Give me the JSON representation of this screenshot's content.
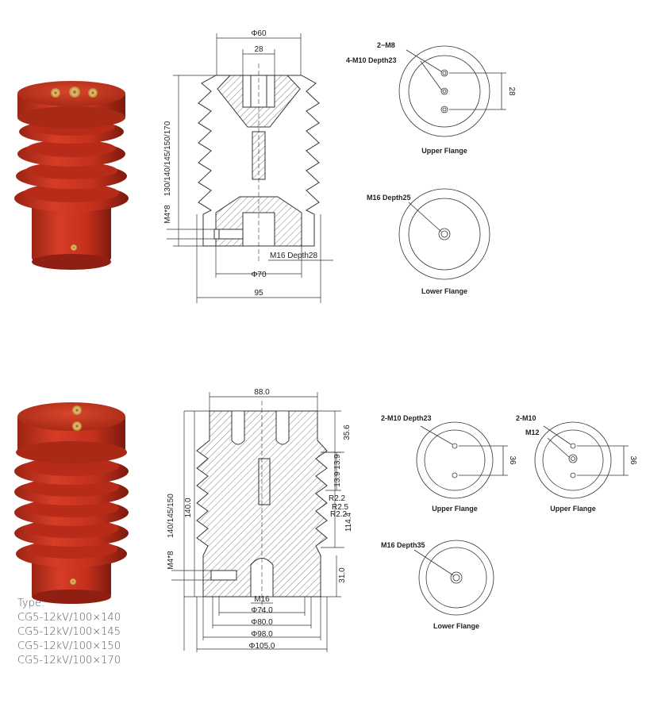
{
  "top": {
    "dims": {
      "phi60": "Φ60",
      "d28": "28",
      "heights": "130/140/145/150/170",
      "m4": "M4*8",
      "m16": "M16 Depth28",
      "phi70": "Φ70",
      "d95": "95"
    },
    "upper_flange": {
      "title": "Upper Flange",
      "label_a": "2−M8",
      "label_b": "4-M10 Depth23",
      "dim": "28"
    },
    "lower_flange": {
      "title": "Lower Flange",
      "label": "M16 Depth25"
    }
  },
  "bottom": {
    "dims": {
      "d88": "88.0",
      "d356": "35.6",
      "d139a": "13.9",
      "d139b": "13.9",
      "r22a": "R2.2",
      "r25": "R2.5",
      "r22b": "R2.2",
      "d1144": "114.4",
      "heights": "140/145/150",
      "d140": "140.0",
      "m4": "M4*8",
      "d310": "31.0",
      "m16": "M16",
      "phi74": "Φ74.0",
      "phi80": "Φ80.0",
      "phi98": "Φ98.0",
      "phi105": "Φ105.0"
    },
    "upper_flange_a": {
      "title": "Upper Flange",
      "label": "2-M10 Depth23",
      "dim": "36"
    },
    "upper_flange_b": {
      "title": "Upper Flange",
      "label_a": "2-M10",
      "label_b": "M12",
      "dim": "36"
    },
    "lower_flange": {
      "title": "Lower Flange",
      "label": "M16 Depth35"
    }
  },
  "types": {
    "heading": "Type:",
    "items": [
      "CG5-12kV/100×140",
      "CG5-12kV/100×145",
      "CG5-12kV/100×150",
      "CG5-12kV/100×170"
    ]
  },
  "colors": {
    "insulator": "#c8321f",
    "insulator_dark": "#8e1f12",
    "insert": "#e0b25a"
  }
}
